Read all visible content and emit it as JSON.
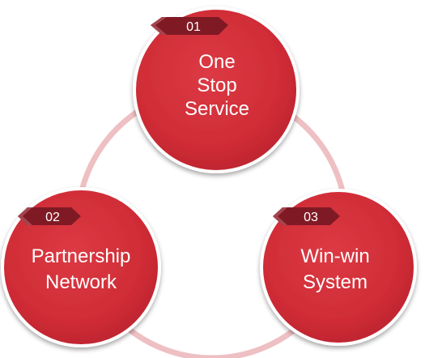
{
  "nodes": [
    {
      "number": "01",
      "lines": [
        "One",
        "Stop",
        "Service"
      ]
    },
    {
      "number": "02",
      "lines": [
        "Partnership",
        "Network"
      ]
    },
    {
      "number": "03",
      "lines": [
        "Win-win",
        "System"
      ]
    }
  ],
  "colors": {
    "circle": "#d2303a",
    "circle_edge": "#b2212b",
    "ring": "#eec0c3",
    "tag": "#7f1a25",
    "tag_light": "#a3454e",
    "text": "#ffffff"
  }
}
